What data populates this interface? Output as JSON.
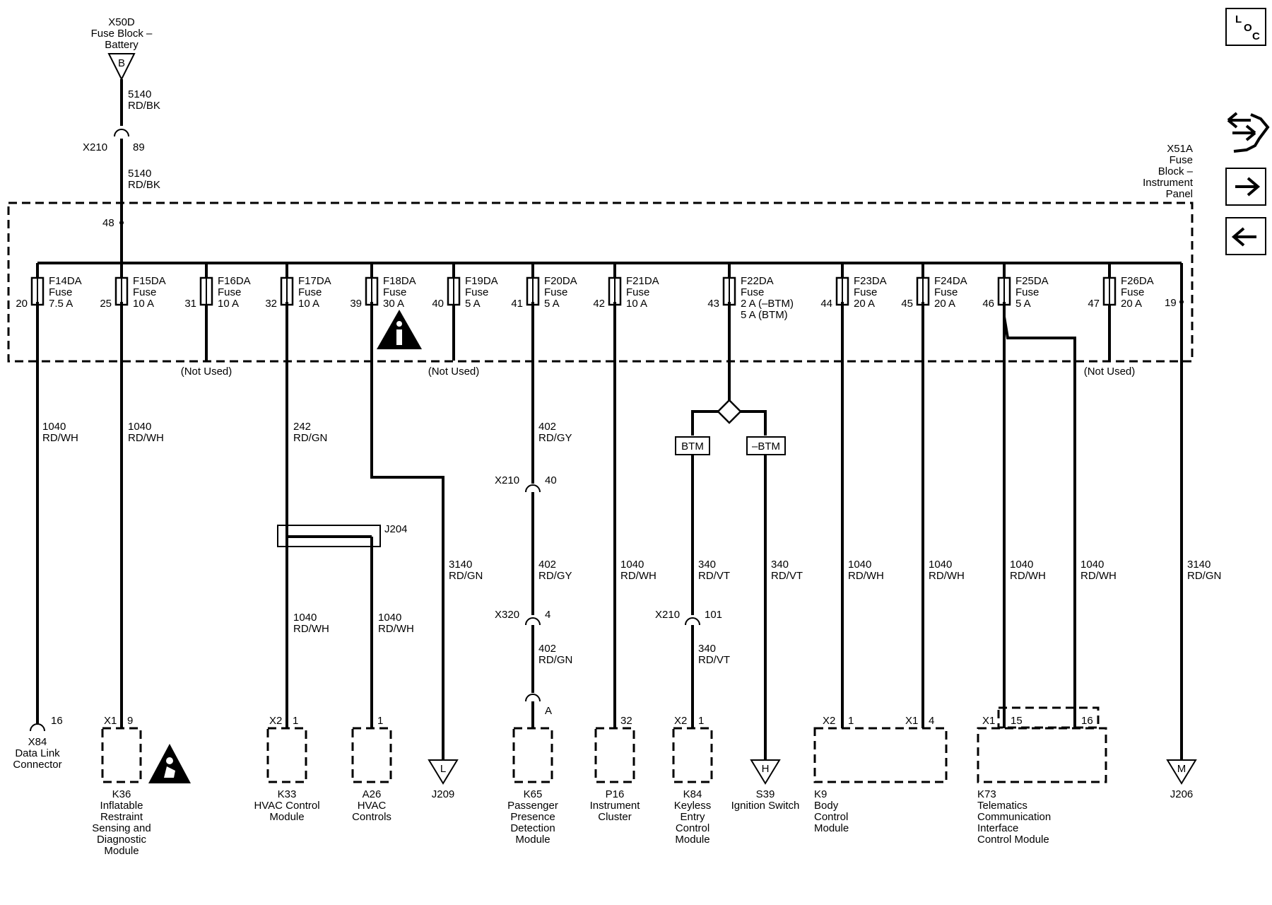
{
  "source": {
    "id": "X50D",
    "name": "Fuse Block –",
    "name2": "Battery",
    "terminal": "B"
  },
  "feed": {
    "circuit": "5140",
    "color": "RD/BK",
    "connector": "X210",
    "pin": "89",
    "circuit2": "5140",
    "color2": "RD/BK"
  },
  "fuse_block": {
    "id": "X51A",
    "line1": "Fuse",
    "line2": "Block –",
    "line3": "Instrument",
    "line4": "Panel",
    "input_pin": "48",
    "output_pin": "19"
  },
  "fuses": [
    {
      "name": "F14DA",
      "type": "Fuse",
      "rating": "7.5 A",
      "pin": "20"
    },
    {
      "name": "F15DA",
      "type": "Fuse",
      "rating": "10 A",
      "pin": "25"
    },
    {
      "name": "F16DA",
      "type": "Fuse",
      "rating": "10 A",
      "pin": "31",
      "not_used": "(Not Used)"
    },
    {
      "name": "F17DA",
      "type": "Fuse",
      "rating": "10 A",
      "pin": "32"
    },
    {
      "name": "F18DA",
      "type": "Fuse",
      "rating": "30 A",
      "pin": "39"
    },
    {
      "name": "F19DA",
      "type": "Fuse",
      "rating": "5 A",
      "pin": "40",
      "not_used": "(Not Used)"
    },
    {
      "name": "F20DA",
      "type": "Fuse",
      "rating": "5 A",
      "pin": "41"
    },
    {
      "name": "F21DA",
      "type": "Fuse",
      "rating": "10 A",
      "pin": "42"
    },
    {
      "name": "F22DA",
      "type": "Fuse",
      "rating": "2 A (–BTM)",
      "rating2": "5 A (BTM)",
      "pin": "43"
    },
    {
      "name": "F23DA",
      "type": "Fuse",
      "rating": "20 A",
      "pin": "44"
    },
    {
      "name": "F24DA",
      "type": "Fuse",
      "rating": "20 A",
      "pin": "45"
    },
    {
      "name": "F25DA",
      "type": "Fuse",
      "rating": "5 A",
      "pin": "46"
    },
    {
      "name": "F26DA",
      "type": "Fuse",
      "rating": "20 A",
      "pin": "47",
      "not_used": "(Not Used)"
    }
  ],
  "wires": {
    "w1": {
      "circuit": "1040",
      "color": "RD/WH"
    },
    "w2": {
      "circuit": "1040",
      "color": "RD/WH"
    },
    "w3": {
      "circuit": "242",
      "color": "RD/GN"
    },
    "w4": {
      "circuit": "3140",
      "color": "RD/GN"
    },
    "w5a": {
      "circuit": "402",
      "color": "RD/GY"
    },
    "w5b": {
      "circuit": "402",
      "color": "RD/GY"
    },
    "w5c": {
      "circuit": "402",
      "color": "RD/GN"
    },
    "w6": {
      "circuit": "1040",
      "color": "RD/WH"
    },
    "w7a": {
      "circuit": "340",
      "color": "RD/VT"
    },
    "w7b": {
      "circuit": "340",
      "color": "RD/VT"
    },
    "w8": {
      "circuit": "340",
      "color": "RD/VT"
    },
    "w9": {
      "circuit": "1040",
      "color": "RD/WH"
    },
    "w10": {
      "circuit": "1040",
      "color": "RD/WH"
    },
    "w11": {
      "circuit": "1040",
      "color": "RD/WH"
    },
    "w12": {
      "circuit": "1040",
      "color": "RD/WH"
    },
    "w13": {
      "circuit": "3140",
      "color": "RD/GN"
    },
    "w14": {
      "circuit": "1040",
      "color": "RD/WH"
    },
    "w15": {
      "circuit": "1040",
      "color": "RD/WH"
    }
  },
  "inline": {
    "x210_40": {
      "connector": "X210",
      "pin": "40"
    },
    "x320_4": {
      "connector": "X320",
      "pin": "4"
    },
    "x210_101": {
      "connector": "X210",
      "pin": "101"
    },
    "pin_a": "A"
  },
  "splice": {
    "id": "J204"
  },
  "options": {
    "btm": "BTM",
    "no_btm": "–BTM"
  },
  "components": {
    "x84": {
      "pin": "16",
      "id": "X84",
      "l1": "Data Link",
      "l2": "Connector"
    },
    "k36": {
      "conn": "X1",
      "pin": "9",
      "id": "K36",
      "l1": "Inflatable",
      "l2": "Restraint",
      "l3": "Sensing and",
      "l4": "Diagnostic",
      "l5": "Module"
    },
    "k33": {
      "conn": "X2",
      "pin": "1",
      "id": "K33",
      "l1": "HVAC Control",
      "l2": "Module"
    },
    "a26": {
      "pin": "1",
      "id": "A26",
      "l1": "HVAC",
      "l2": "Controls"
    },
    "j209": {
      "terminal": "L",
      "id": "J209"
    },
    "k65": {
      "id": "K65",
      "l1": "Passenger",
      "l2": "Presence",
      "l3": "Detection",
      "l4": "Module"
    },
    "p16": {
      "pin": "32",
      "id": "P16",
      "l1": "Instrument",
      "l2": "Cluster"
    },
    "k84": {
      "conn": "X2",
      "pin": "1",
      "id": "K84",
      "l1": "Keyless",
      "l2": "Entry",
      "l3": "Control",
      "l4": "Module"
    },
    "s39": {
      "terminal": "H",
      "id": "S39",
      "l1": "Ignition Switch"
    },
    "k9": {
      "conn1": "X2",
      "pin1": "1",
      "conn2": "X1",
      "pin2": "4",
      "id": "K9",
      "l1": "Body",
      "l2": "Control",
      "l3": "Module"
    },
    "k73": {
      "conn": "X1",
      "pin1": "15",
      "pin2": "16",
      "id": "K73",
      "l1": "Telematics",
      "l2": "Communication",
      "l3": "Interface",
      "l4": "Control Module"
    },
    "j206": {
      "terminal": "M",
      "id": "J206"
    }
  },
  "nav": {
    "loc": {
      "l": "L",
      "o": "O",
      "c": "C",
      "icon": "loc-icon"
    },
    "swap_icon": "connector-swap-icon",
    "next_icon": "arrow-right-icon",
    "prev_icon": "arrow-left-icon"
  },
  "info_icon": "info-icon",
  "airbag_icon": "airbag-warning-icon"
}
